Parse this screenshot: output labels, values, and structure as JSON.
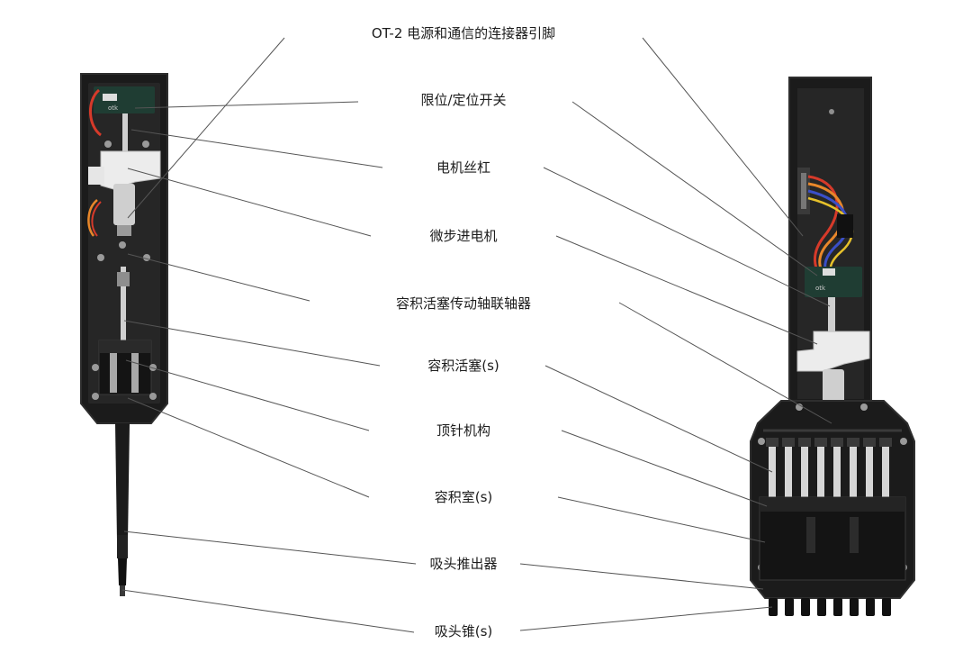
{
  "labels": [
    {
      "id": "connector",
      "text": "OT-2 电源和通信的连接器引脚"
    },
    {
      "id": "limit-switch",
      "text": "限位/定位开关"
    },
    {
      "id": "lead-screw",
      "text": "电机丝杠"
    },
    {
      "id": "stepper-motor",
      "text": "微步进电机"
    },
    {
      "id": "coupler",
      "text": "容积活塞传动轴联轴器"
    },
    {
      "id": "plunger",
      "text": "容积活塞(s)"
    },
    {
      "id": "ejector-mechanism",
      "text": "顶针机构"
    },
    {
      "id": "chamber",
      "text": "容积室(s)"
    },
    {
      "id": "tip-ejector",
      "text": "吸头推出器"
    },
    {
      "id": "tip-cone",
      "text": "吸头锥(s)"
    }
  ],
  "colors": {
    "body": "#1b1b1b",
    "body_edge": "#2e2e2e",
    "pcb": "#1f3d33",
    "carriage": "#ececec",
    "rod": "#cfcfcf",
    "wire_red": "#d63a2a",
    "wire_orange": "#e8872a",
    "wire_blue": "#3a4fc8",
    "wire_yellow": "#e6c12b",
    "leader_line": "#555555",
    "label_text": "#1c1c1c"
  }
}
